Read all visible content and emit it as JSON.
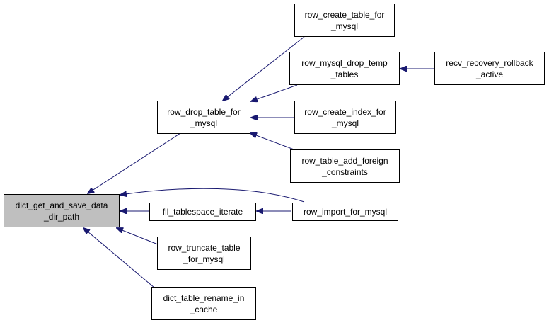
{
  "colors": {
    "edge": "#191970",
    "node_border": "#000000",
    "root_fill": "#bfbfbf",
    "node_fill": "#ffffff"
  },
  "nodes": {
    "dict_get_and_save_data_dir_path": {
      "line1": "dict_get_and_save_data",
      "line2": "_dir_path"
    },
    "row_drop_table_for_mysql": {
      "line1": "row_drop_table_for",
      "line2": "_mysql"
    },
    "fil_tablespace_iterate": {
      "line1": "fil_tablespace_iterate"
    },
    "row_truncate_table_for_mysql": {
      "line1": "row_truncate_table",
      "line2": "_for_mysql"
    },
    "dict_table_rename_in_cache": {
      "line1": "dict_table_rename_in",
      "line2": "_cache"
    },
    "row_create_table_for_mysql": {
      "line1": "row_create_table_for",
      "line2": "_mysql"
    },
    "row_mysql_drop_temp_tables": {
      "line1": "row_mysql_drop_temp",
      "line2": "_tables"
    },
    "row_create_index_for_mysql": {
      "line1": "row_create_index_for",
      "line2": "_mysql"
    },
    "row_table_add_foreign_constraints": {
      "line1": "row_table_add_foreign",
      "line2": "_constraints"
    },
    "row_import_for_mysql": {
      "line1": "row_import_for_mysql"
    },
    "recv_recovery_rollback_active": {
      "line1": "recv_recovery_rollback",
      "line2": "_active"
    }
  },
  "edges": [
    {
      "from": "row_drop_table_for_mysql",
      "to": "dict_get_and_save_data_dir_path"
    },
    {
      "from": "fil_tablespace_iterate",
      "to": "dict_get_and_save_data_dir_path"
    },
    {
      "from": "row_truncate_table_for_mysql",
      "to": "dict_get_and_save_data_dir_path"
    },
    {
      "from": "dict_table_rename_in_cache",
      "to": "dict_get_and_save_data_dir_path"
    },
    {
      "from": "row_import_for_mysql",
      "to": "dict_get_and_save_data_dir_path"
    },
    {
      "from": "row_create_table_for_mysql",
      "to": "row_drop_table_for_mysql"
    },
    {
      "from": "row_mysql_drop_temp_tables",
      "to": "row_drop_table_for_mysql"
    },
    {
      "from": "row_create_index_for_mysql",
      "to": "row_drop_table_for_mysql"
    },
    {
      "from": "row_table_add_foreign_constraints",
      "to": "row_drop_table_for_mysql"
    },
    {
      "from": "row_import_for_mysql",
      "to": "fil_tablespace_iterate"
    },
    {
      "from": "recv_recovery_rollback_active",
      "to": "row_mysql_drop_temp_tables"
    }
  ]
}
